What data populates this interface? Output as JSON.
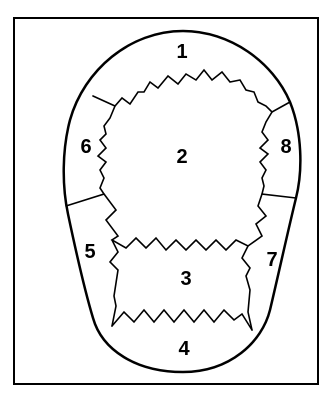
{
  "diagram": {
    "labels": [
      {
        "id": "region-1",
        "text": "1"
      },
      {
        "id": "region-2",
        "text": "2"
      },
      {
        "id": "region-3",
        "text": "3"
      },
      {
        "id": "region-4",
        "text": "4"
      },
      {
        "id": "region-5",
        "text": "5"
      },
      {
        "id": "region-6",
        "text": "6"
      },
      {
        "id": "region-7",
        "text": "7"
      },
      {
        "id": "region-8",
        "text": "8"
      }
    ]
  }
}
